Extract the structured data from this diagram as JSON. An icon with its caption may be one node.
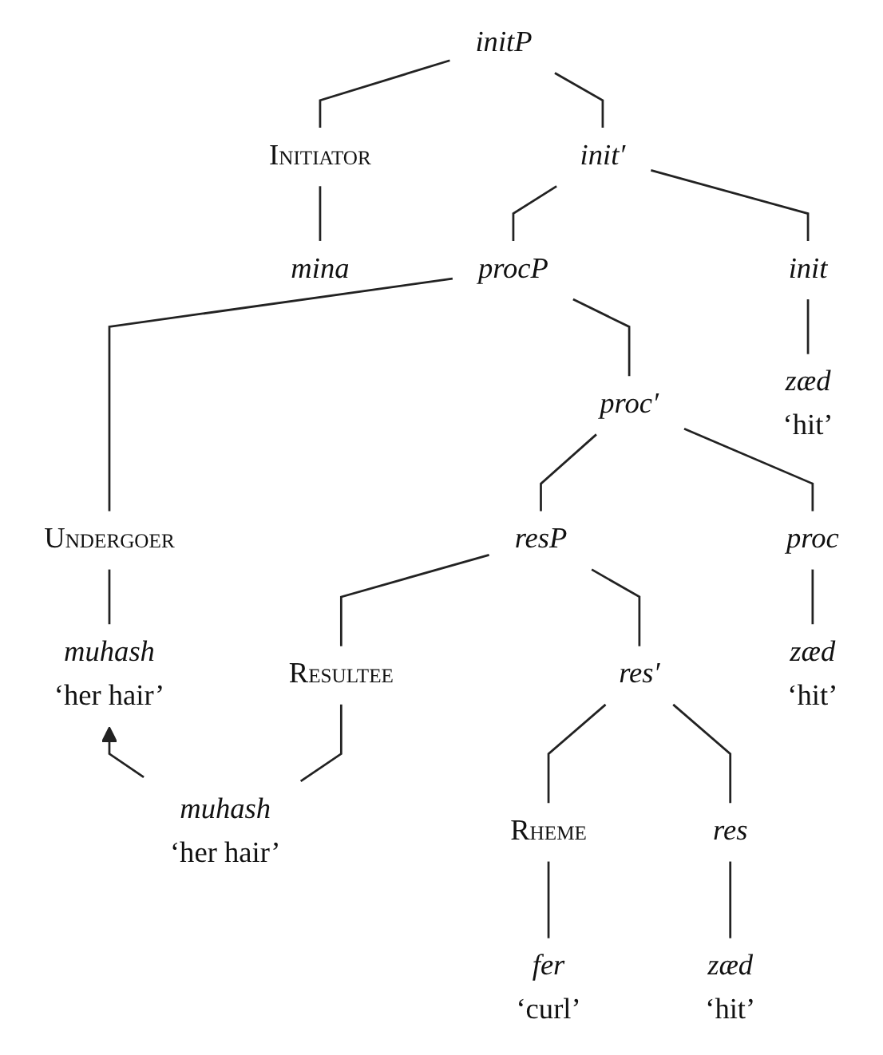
{
  "diagram": {
    "nodes": [
      {
        "text": [
          "initP"
        ]
      },
      {
        "text": [
          "Initiator"
        ]
      },
      {
        "text": [
          "init′"
        ]
      },
      {
        "text": [
          "mina"
        ]
      },
      {
        "text": [
          "procP"
        ]
      },
      {
        "text": [
          "init"
        ]
      },
      {
        "text": [
          "Undergoer"
        ]
      },
      {
        "text": [
          "proc′"
        ]
      },
      {
        "text": [
          "zæd",
          "‘hit’"
        ]
      },
      {
        "text": [
          "muhash",
          "‘her hair’"
        ]
      },
      {
        "text": [
          "resP"
        ]
      },
      {
        "text": [
          "proc"
        ]
      },
      {
        "text": [
          "Resultee"
        ]
      },
      {
        "text": [
          "res′"
        ]
      },
      {
        "text": [
          "zæd",
          "‘hit’"
        ]
      },
      {
        "text": [
          "muhash",
          "‘her hair’"
        ]
      },
      {
        "text": [
          "Rheme"
        ]
      },
      {
        "text": [
          "res"
        ]
      },
      {
        "text": [
          "fer",
          "‘curl’"
        ]
      },
      {
        "text": [
          "zæd",
          "‘hit’"
        ]
      }
    ],
    "edges": [
      {
        "from": 0,
        "to": 1,
        "arrow": "none"
      },
      {
        "from": 0,
        "to": 2,
        "arrow": "none"
      },
      {
        "from": 1,
        "to": 3,
        "arrow": "none"
      },
      {
        "from": 2,
        "to": 4,
        "arrow": "none"
      },
      {
        "from": 2,
        "to": 5,
        "arrow": "none"
      },
      {
        "from": 4,
        "to": 6,
        "arrow": "none"
      },
      {
        "from": 4,
        "to": 7,
        "arrow": "none"
      },
      {
        "from": 5,
        "to": 8,
        "arrow": "none"
      },
      {
        "from": 6,
        "to": 9,
        "arrow": "none"
      },
      {
        "from": 7,
        "to": 10,
        "arrow": "none"
      },
      {
        "from": 7,
        "to": 11,
        "arrow": "none"
      },
      {
        "from": 10,
        "to": 12,
        "arrow": "none"
      },
      {
        "from": 10,
        "to": 13,
        "arrow": "none"
      },
      {
        "from": 11,
        "to": 14,
        "arrow": "none"
      },
      {
        "from": 12,
        "to": 15,
        "arrow": "none"
      },
      {
        "from": 13,
        "to": 16,
        "arrow": "none"
      },
      {
        "from": 13,
        "to": 17,
        "arrow": "none"
      },
      {
        "from": 16,
        "to": 18,
        "arrow": "none"
      },
      {
        "from": 17,
        "to": 19,
        "arrow": "none"
      },
      {
        "from": 15,
        "to": 9,
        "arrow": "to"
      }
    ]
  }
}
